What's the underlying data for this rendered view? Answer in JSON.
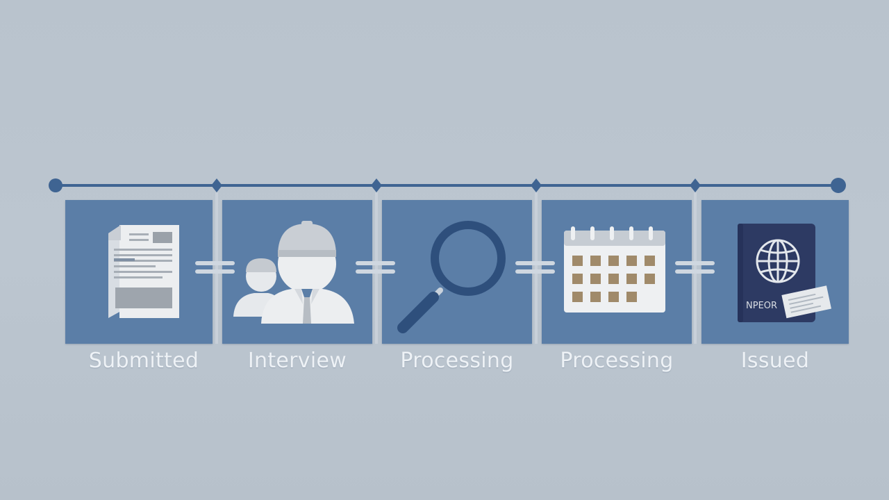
{
  "steps": [
    {
      "label": "Submitted",
      "icon": "document-icon"
    },
    {
      "label": "Interview",
      "icon": "people-icon"
    },
    {
      "label": "Processing",
      "icon": "magnifier-icon"
    },
    {
      "label": "Processing",
      "icon": "calendar-icon"
    },
    {
      "label": "Issued",
      "icon": "passport-icon"
    }
  ],
  "passport_text": "NPEOR",
  "colors": {
    "background": "#bcc6d0",
    "card": "#5b7ea7",
    "line": "#3f6492",
    "icon_light": "#e9ecef",
    "passport": "#2d3a63",
    "calendar_cell": "#a08a6a"
  }
}
